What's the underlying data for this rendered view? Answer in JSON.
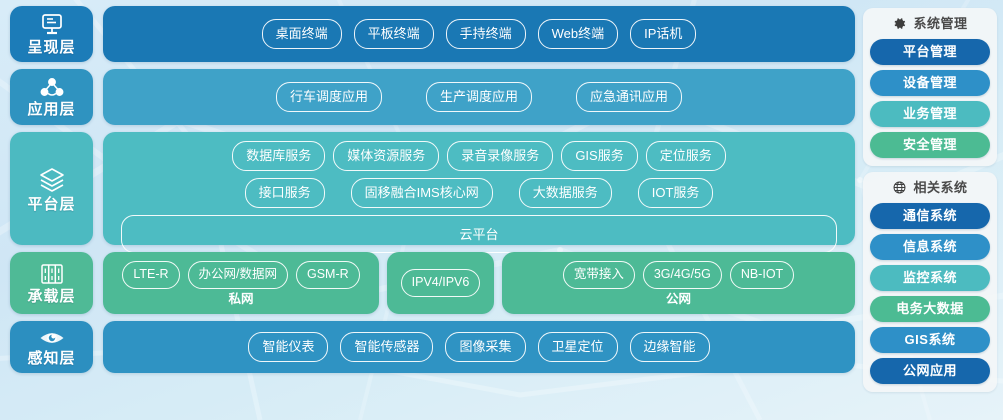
{
  "theme": {
    "presentation_badge": "#1c7cb8",
    "presentation_body": "#1a78b4",
    "application_badge": "#2f93c0",
    "application_body": "#3fa2c8",
    "platform_badge": "#4cbac1",
    "platform_body": "#4dbcc2",
    "bearer_badge": "#4fba96",
    "bearer_body": "#4dba96",
    "sensing_badge": "#2c8fc0",
    "sensing_body": "#2f93c3",
    "dark_blue": "#1667ac",
    "mid_blue": "#2e90c8",
    "teal": "#4cbbc0",
    "green": "#4cbb93",
    "panel_bg": "#f3f6f8",
    "title_text": "#4a4a4a"
  },
  "layers": [
    {
      "key": "presentation",
      "label": "呈现层",
      "icon": "monitor-icon",
      "chips": [
        "桌面终端",
        "平板终端",
        "手持终端",
        "Web终端",
        "IP话机"
      ]
    },
    {
      "key": "application",
      "label": "应用层",
      "icon": "network-nodes-icon",
      "chips": [
        "行车调度应用",
        "生产调度应用",
        "应急通讯应用"
      ]
    },
    {
      "key": "platform",
      "label": "平台层",
      "icon": "layers-icon",
      "row1": [
        "数据库服务",
        "媒体资源服务",
        "录音录像服务",
        "GIS服务",
        "定位服务"
      ],
      "row2": [
        "接口服务",
        "固移融合IMS核心网",
        "大数据服务",
        "IOT服务"
      ],
      "wide": "云平台"
    },
    {
      "key": "bearer",
      "label": "承载层",
      "icon": "server-rack-icon",
      "panels": [
        {
          "name": "private",
          "label": "私网",
          "chips": [
            "LTE-R",
            "办公网/数据网",
            "GSM-R"
          ]
        },
        {
          "name": "ip",
          "label": "",
          "chips": [
            "IPV4/IPV6"
          ]
        },
        {
          "name": "public",
          "label": "公网",
          "chips": [
            "宽带接入",
            "3G/4G/5G",
            "NB-IOT"
          ]
        }
      ]
    },
    {
      "key": "sensing",
      "label": "感知层",
      "icon": "eye-icon",
      "chips": [
        "智能仪表",
        "智能传感器",
        "图像采集",
        "卫星定位",
        "边缘智能"
      ]
    }
  ],
  "side_panels": [
    {
      "key": "system-management",
      "title": "系统管理",
      "icon": "gear-icon",
      "buttons": [
        {
          "label": "平台管理",
          "color": "#1667ac"
        },
        {
          "label": "设备管理",
          "color": "#2e90c8"
        },
        {
          "label": "业务管理",
          "color": "#4cbbc0"
        },
        {
          "label": "安全管理",
          "color": "#4cbb93"
        }
      ]
    },
    {
      "key": "related-systems",
      "title": "相关系统",
      "icon": "globe-icon",
      "buttons": [
        {
          "label": "通信系统",
          "color": "#1667ac"
        },
        {
          "label": "信息系统",
          "color": "#2e90c8"
        },
        {
          "label": "监控系统",
          "color": "#4cbbc0"
        },
        {
          "label": "电务大数据",
          "color": "#4cbb93"
        },
        {
          "label": "GIS系统",
          "color": "#2e90c8"
        },
        {
          "label": "公网应用",
          "color": "#1667ac"
        }
      ]
    }
  ]
}
